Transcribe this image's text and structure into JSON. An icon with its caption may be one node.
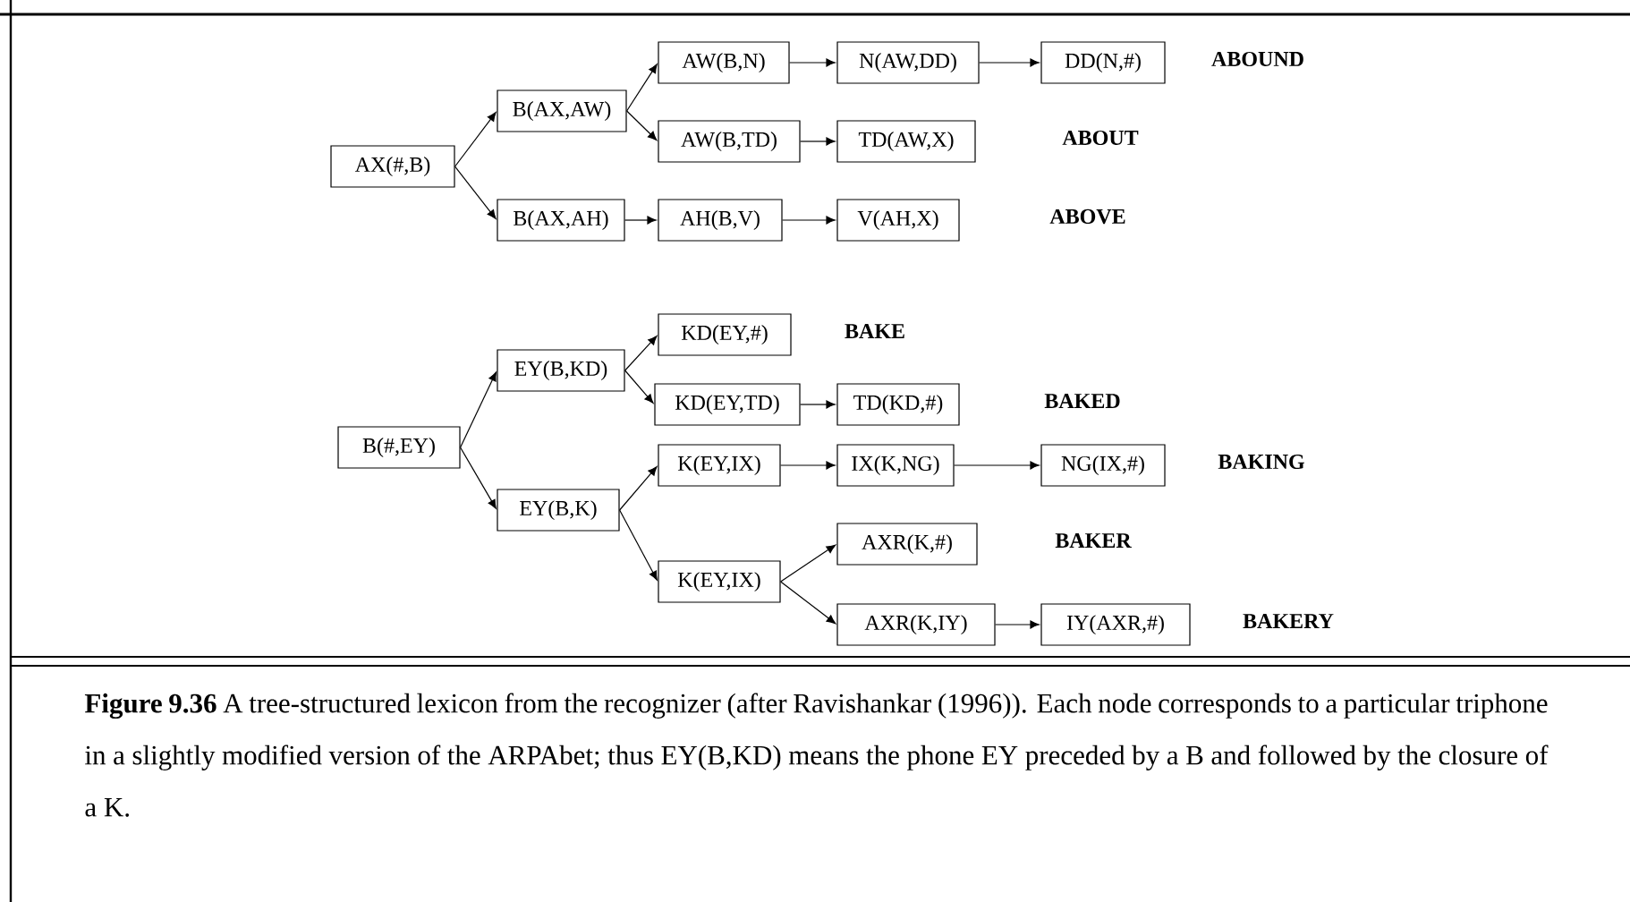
{
  "diagram": {
    "caption": "**Figure 9.36** A tree-structured lexicon from the recognizer (after Ravishankar (1996)). Each node corresponds to a particular triphone in a slightly modified version of the ARPAbet; thus EY(B,KD) means the phone EY preceded by a B and followed by the closure of a K.",
    "nodes": [
      {
        "text": [
          "AX(#,B)"
        ]
      },
      {
        "text": [
          "B(AX,AW)"
        ]
      },
      {
        "text": [
          "AW(B,N)"
        ]
      },
      {
        "text": [
          "N(AW,DD)"
        ]
      },
      {
        "text": [
          "DD(N,#)"
        ]
      },
      {
        "text": [
          "AW(B,TD)"
        ]
      },
      {
        "text": [
          "TD(AW,X)"
        ]
      },
      {
        "text": [
          "B(AX,AH)"
        ]
      },
      {
        "text": [
          "AH(B,V)"
        ]
      },
      {
        "text": [
          "V(AH,X)"
        ]
      },
      {
        "text": [
          "B(#,EY)"
        ]
      },
      {
        "text": [
          "EY(B,KD)"
        ]
      },
      {
        "text": [
          "KD(EY,#)"
        ]
      },
      {
        "text": [
          "KD(EY,TD)"
        ]
      },
      {
        "text": [
          "TD(KD,#)"
        ]
      },
      {
        "text": [
          "EY(B,K)"
        ]
      },
      {
        "text": [
          "K(EY,IX)"
        ]
      },
      {
        "text": [
          "IX(K,NG)"
        ]
      },
      {
        "text": [
          "NG(IX,#)"
        ]
      },
      {
        "text": [
          "K(EY,IX)"
        ]
      },
      {
        "text": [
          "AXR(K,#)"
        ]
      },
      {
        "text": [
          "AXR(K,IY)"
        ]
      },
      {
        "text": [
          "IY(AXR,#)"
        ]
      }
    ],
    "labels": [
      "ABOUND",
      "ABOUT",
      "ABOVE",
      "BAKE",
      "BAKED",
      "BAKING",
      "BAKER",
      "BAKERY"
    ],
    "edges": [
      {
        "from": 0,
        "to": 1,
        "arrow": "to"
      },
      {
        "from": 1,
        "to": 2,
        "arrow": "to"
      },
      {
        "from": 2,
        "to": 3,
        "arrow": "to"
      },
      {
        "from": 3,
        "to": 4,
        "arrow": "to"
      },
      {
        "from": 1,
        "to": 5,
        "arrow": "to"
      },
      {
        "from": 5,
        "to": 6,
        "arrow": "to"
      },
      {
        "from": 0,
        "to": 7,
        "arrow": "to"
      },
      {
        "from": 7,
        "to": 8,
        "arrow": "to"
      },
      {
        "from": 8,
        "to": 9,
        "arrow": "to"
      },
      {
        "from": 10,
        "to": 11,
        "arrow": "to"
      },
      {
        "from": 11,
        "to": 12,
        "arrow": "to"
      },
      {
        "from": 11,
        "to": 13,
        "arrow": "to"
      },
      {
        "from": 13,
        "to": 14,
        "arrow": "to"
      },
      {
        "from": 10,
        "to": 15,
        "arrow": "to"
      },
      {
        "from": 15,
        "to": 16,
        "arrow": "to"
      },
      {
        "from": 16,
        "to": 17,
        "arrow": "to"
      },
      {
        "from": 17,
        "to": 18,
        "arrow": "to"
      },
      {
        "from": 15,
        "to": 19,
        "arrow": "to"
      },
      {
        "from": 19,
        "to": 20,
        "arrow": "to"
      },
      {
        "from": 19,
        "to": 21,
        "arrow": "to"
      },
      {
        "from": 21,
        "to": 22,
        "arrow": "to"
      }
    ]
  }
}
